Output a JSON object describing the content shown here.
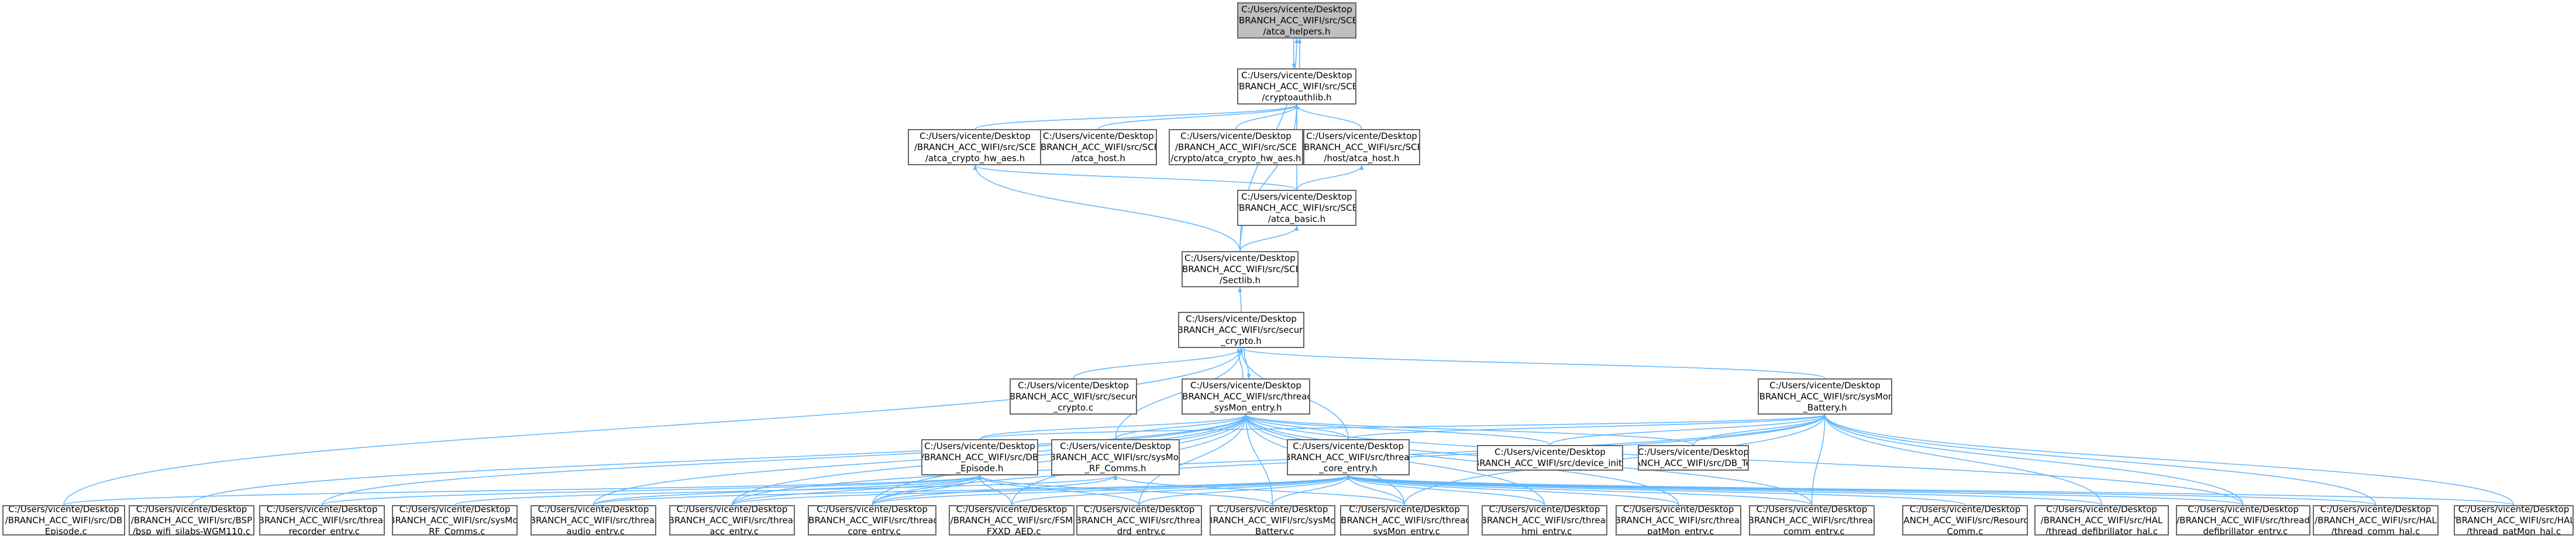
{
  "nodes": [
    {
      "id": "n0",
      "label": "C:/Users/vicente/Desktop\n/BRANCH_ACC_WIFI/src/SCE\n/atca_helpers.h",
      "root": true
    },
    {
      "id": "n1",
      "label": "C:/Users/vicente/Desktop\n/BRANCH_ACC_WIFI/src/SCE\n/cryptoauthlib.h"
    },
    {
      "id": "n2",
      "label": "C:/Users/vicente/Desktop\n/BRANCH_ACC_WIFI/src/SCE\n/atca_crypto_hw_aes.h"
    },
    {
      "id": "n3",
      "label": "C:/Users/vicente/Desktop\n/BRANCH_ACC_WIFI/src/SCE\n/atca_host.h"
    },
    {
      "id": "n4",
      "label": "C:/Users/vicente/Desktop\n/BRANCH_ACC_WIFI/src/SCE\n/crypto/atca_crypto_hw_aes.h"
    },
    {
      "id": "n5",
      "label": "C:/Users/vicente/Desktop\n/BRANCH_ACC_WIFI/src/SCE\n/host/atca_host.h"
    },
    {
      "id": "n6",
      "label": "C:/Users/vicente/Desktop\n/BRANCH_ACC_WIFI/src/SCE\n/atca_basic.h"
    },
    {
      "id": "n7",
      "label": "C:/Users/vicente/Desktop\n/BRANCH_ACC_WIFI/src/SCE\n/Sectlib.h"
    },
    {
      "id": "n8",
      "label": "C:/Users/vicente/Desktop\n/BRANCH_ACC_WIFI/src/secure\n_crypto.h"
    },
    {
      "id": "n9",
      "label": "C:/Users/vicente/Desktop\n/BRANCH_ACC_WIFI/src/secure\n_crypto.c"
    },
    {
      "id": "n10",
      "label": "C:/Users/vicente/Desktop\n/BRANCH_ACC_WIFI/src/thread\n_sysMon_entry.h"
    },
    {
      "id": "n11",
      "label": "C:/Users/vicente/Desktop\n/BRANCH_ACC_WIFI/src/sysMon\n_Battery.h"
    },
    {
      "id": "n12",
      "label": "C:/Users/vicente/Desktop\n/BRANCH_ACC_WIFI/src/DB\n_Episode.h"
    },
    {
      "id": "n13",
      "label": "C:/Users/vicente/Desktop\n/BRANCH_ACC_WIFI/src/sysMon\n_RF_Comms.h"
    },
    {
      "id": "n14",
      "label": "C:/Users/vicente/Desktop\n/BRANCH_ACC_WIFI/src/thread\n_core_entry.h"
    },
    {
      "id": "n15",
      "label": "C:/Users/vicente/Desktop\n/BRANCH_ACC_WIFI/src/device_init.c"
    },
    {
      "id": "n16",
      "label": "C:/Users/vicente/Desktop\n/BRANCH_ACC_WIFI/src/DB_Test.c"
    },
    {
      "id": "n17",
      "label": "C:/Users/vicente/Desktop\n/BRANCH_ACC_WIFI/src/DB\n_Episode.c"
    },
    {
      "id": "n18",
      "label": "C:/Users/vicente/Desktop\n/BRANCH_ACC_WIFI/src/BSP\n/bsp_wifi_silabs-WGM110.c"
    },
    {
      "id": "n19",
      "label": "C:/Users/vicente/Desktop\n/BRANCH_ACC_WIFI/src/thread\n_recorder_entry.c"
    },
    {
      "id": "n20",
      "label": "C:/Users/vicente/Desktop\n/BRANCH_ACC_WIFI/src/sysMon\n_RF_Comms.c"
    },
    {
      "id": "n21",
      "label": "C:/Users/vicente/Desktop\n/BRANCH_ACC_WIFI/src/thread\n_audio_entry.c"
    },
    {
      "id": "n22",
      "label": "C:/Users/vicente/Desktop\n/BRANCH_ACC_WIFI/src/thread\n_acc_entry.c"
    },
    {
      "id": "n23",
      "label": "C:/Users/vicente/Desktop\n/BRANCH_ACC_WIFI/src/thread\n_core_entry.c"
    },
    {
      "id": "n24",
      "label": "C:/Users/vicente/Desktop\n/BRANCH_ACC_WIFI/src/FSM\n_FXXD_AED.c"
    },
    {
      "id": "n25",
      "label": "C:/Users/vicente/Desktop\n/BRANCH_ACC_WIFI/src/thread\n_drd_entry.c"
    },
    {
      "id": "n26",
      "label": "C:/Users/vicente/Desktop\n/BRANCH_ACC_WIFI/src/sysMon\n_Battery.c"
    },
    {
      "id": "n27",
      "label": "C:/Users/vicente/Desktop\n/BRANCH_ACC_WIFI/src/thread\n_sysMon_entry.c"
    },
    {
      "id": "n28",
      "label": "C:/Users/vicente/Desktop\n/BRANCH_ACC_WIFI/src/thread\n_hmi_entry.c"
    },
    {
      "id": "n29",
      "label": "C:/Users/vicente/Desktop\n/BRANCH_ACC_WIFI/src/thread\n_patMon_entry.c"
    },
    {
      "id": "n30",
      "label": "C:/Users/vicente/Desktop\n/BRANCH_ACC_WIFI/src/thread\n_comm_entry.c"
    },
    {
      "id": "n31",
      "label": "C:/Users/vicente/Desktop\n/BRANCH_ACC_WIFI/src/Resources/\nComm.c"
    },
    {
      "id": "n32",
      "label": "C:/Users/vicente/Desktop\n/BRANCH_ACC_WIFI/src/HAL\n/thread_defibrillator_hal.c"
    },
    {
      "id": "n33",
      "label": "C:/Users/vicente/Desktop\n/BRANCH_ACC_WIFI/src/thread\n_defibrillator_entry.c"
    },
    {
      "id": "n34",
      "label": "C:/Users/vicente/Desktop\n/BRANCH_ACC_WIFI/src/HAL\n/thread_comm_hal.c"
    },
    {
      "id": "n35",
      "label": "C:/Users/vicente/Desktop\n/BRANCH_ACC_WIFI/src/HAL\n/thread_patMon_hal.c"
    }
  ],
  "edges": [
    [
      "n1",
      "n0"
    ],
    [
      "n0",
      "n1"
    ],
    [
      "n7",
      "n0"
    ],
    [
      "n2",
      "n1"
    ],
    [
      "n3",
      "n1"
    ],
    [
      "n4",
      "n1"
    ],
    [
      "n5",
      "n1"
    ],
    [
      "n6",
      "n1"
    ],
    [
      "n7",
      "n1"
    ],
    [
      "n6",
      "n2"
    ],
    [
      "n7",
      "n2"
    ],
    [
      "n7",
      "n6"
    ],
    [
      "n6",
      "n5"
    ],
    [
      "n8",
      "n7"
    ],
    [
      "n9",
      "n8"
    ],
    [
      "n10",
      "n8"
    ],
    [
      "n8",
      "n10"
    ],
    [
      "n11",
      "n8"
    ],
    [
      "n13",
      "n8"
    ],
    [
      "n14",
      "n8"
    ],
    [
      "n17",
      "n8"
    ],
    [
      "n12",
      "n10"
    ],
    [
      "n13",
      "n10"
    ],
    [
      "n14",
      "n10"
    ],
    [
      "n15",
      "n10"
    ],
    [
      "n16",
      "n10"
    ],
    [
      "n18",
      "n10"
    ],
    [
      "n19",
      "n10"
    ],
    [
      "n21",
      "n10"
    ],
    [
      "n22",
      "n10"
    ],
    [
      "n23",
      "n10"
    ],
    [
      "n24",
      "n10"
    ],
    [
      "n25",
      "n10"
    ],
    [
      "n26",
      "n10"
    ],
    [
      "n27",
      "n10"
    ],
    [
      "n28",
      "n10"
    ],
    [
      "n29",
      "n10"
    ],
    [
      "n30",
      "n10"
    ],
    [
      "n33",
      "n10"
    ],
    [
      "n12",
      "n11"
    ],
    [
      "n14",
      "n11"
    ],
    [
      "n15",
      "n11"
    ],
    [
      "n16",
      "n11"
    ],
    [
      "n22",
      "n11"
    ],
    [
      "n23",
      "n11"
    ],
    [
      "n27",
      "n11"
    ],
    [
      "n30",
      "n11"
    ],
    [
      "n32",
      "n11"
    ],
    [
      "n33",
      "n11"
    ],
    [
      "n34",
      "n11"
    ],
    [
      "n35",
      "n11"
    ],
    [
      "n17",
      "n12"
    ],
    [
      "n19",
      "n12"
    ],
    [
      "n21",
      "n12"
    ],
    [
      "n22",
      "n12"
    ],
    [
      "n23",
      "n12"
    ],
    [
      "n24",
      "n12"
    ],
    [
      "n25",
      "n12"
    ],
    [
      "n26",
      "n12"
    ],
    [
      "n20",
      "n13"
    ],
    [
      "n23",
      "n13"
    ],
    [
      "n27",
      "n13"
    ],
    [
      "n21",
      "n14"
    ],
    [
      "n22",
      "n14"
    ],
    [
      "n23",
      "n14"
    ],
    [
      "n24",
      "n14"
    ],
    [
      "n25",
      "n14"
    ],
    [
      "n26",
      "n14"
    ],
    [
      "n27",
      "n14"
    ],
    [
      "n28",
      "n14"
    ],
    [
      "n29",
      "n14"
    ],
    [
      "n30",
      "n14"
    ],
    [
      "n31",
      "n14"
    ],
    [
      "n32",
      "n14"
    ],
    [
      "n33",
      "n14"
    ],
    [
      "n34",
      "n14"
    ],
    [
      "n35",
      "n14"
    ]
  ]
}
